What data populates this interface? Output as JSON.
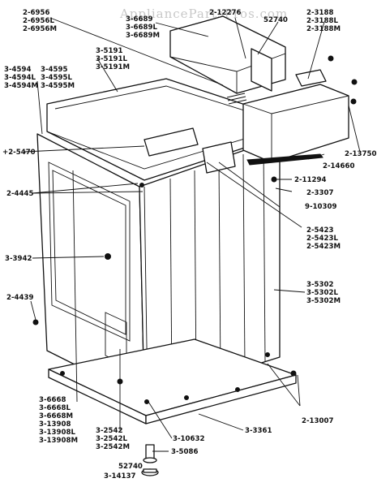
{
  "watermark": "AppliancePartsPros.com",
  "labels": {
    "l_2_6956": "2-6956",
    "l_2_6956L": "2-6956L",
    "l_2_6956M": "2-6956M",
    "l_3_6689": "3-6689",
    "l_3_6689L": "3-6689L",
    "l_3_6689M": "3-6689M",
    "l_2_12276": "2-12276",
    "l_52740_top": "52740",
    "l_2_3188": "2-3188",
    "l_2_3188L": "2-3188L",
    "l_2_3188M": "2-3188M",
    "l_3_5191": "3-5191",
    "l_3_5191L": "3-5191L",
    "l_3_5191M": "3-5191M",
    "l_3_4594": "3-4594",
    "l_3_4594L": "3-4594L",
    "l_3_4594M": "3-4594M",
    "l_3_4595": "3-4595",
    "l_3_4595L": "3-4595L",
    "l_3_4595M": "3-4595M",
    "l_2_5470": "+2-5470",
    "l_2_13750": "2-13750",
    "l_2_14660": "2-14660",
    "l_2_11294": "2-11294",
    "l_2_3307": "2-3307",
    "l_9_10309": "9-10309",
    "l_2_4445": "2-4445",
    "l_2_5423": "2-5423",
    "l_2_5423L": "2-5423L",
    "l_2_5423M": "2-5423M",
    "l_3_3942": "3-3942",
    "l_3_5302": "3-5302",
    "l_3_5302L": "3-5302L",
    "l_3_5302M": "3-5302M",
    "l_2_4439": "2-4439",
    "l_3_6668": "3-6668",
    "l_3_6668L": "3-6668L",
    "l_3_6668M": "3-6668M",
    "l_3_13908": "3-13908",
    "l_3_13908L": "3-13908L",
    "l_3_13908M": "3-13908M",
    "l_3_2542": "3-2542",
    "l_3_2542L": "3-2542L",
    "l_3_2542M": "3-2542M",
    "l_3_10632": "3-10632",
    "l_3_3361": "3-3361",
    "l_2_13007": "2-13007",
    "l_3_5086": "3-5086",
    "l_52740_bot": "52740",
    "l_3_14137": "3-14137"
  }
}
